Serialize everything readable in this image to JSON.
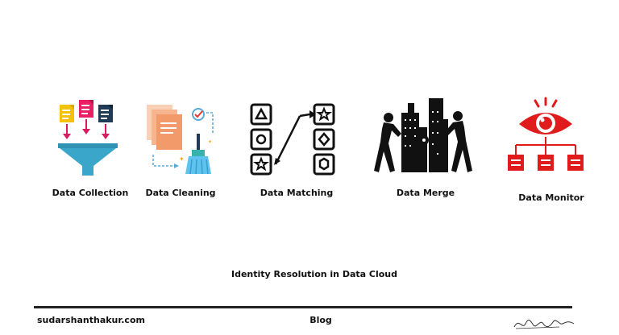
{
  "stages": [
    {
      "label": "Data Collection",
      "icon": "funnel-documents-icon"
    },
    {
      "label": "Data Cleaning",
      "icon": "documents-broom-icon"
    },
    {
      "label": "Data Matching",
      "icon": "shapes-matching-icon"
    },
    {
      "label": "Data Merge",
      "icon": "people-merging-buildings-icon"
    },
    {
      "label": "Data Monitor",
      "icon": "eye-hierarchy-icon"
    }
  ],
  "caption": "Identity Resolution in Data Cloud",
  "footer": {
    "site": "sudarshanthakur.com",
    "section": "Blog",
    "signature": "Sudarshan Thakur"
  },
  "colors": {
    "funnel": "#3aa6c9",
    "doc_yellow": "#f4c20d",
    "doc_pink": "#e91e63",
    "doc_navy": "#1f3b57",
    "arrow_red": "#d81b60",
    "clean_peach": "#f6b48f",
    "broom_teal": "#38b2ac",
    "monitor_red": "#e01b1b"
  }
}
